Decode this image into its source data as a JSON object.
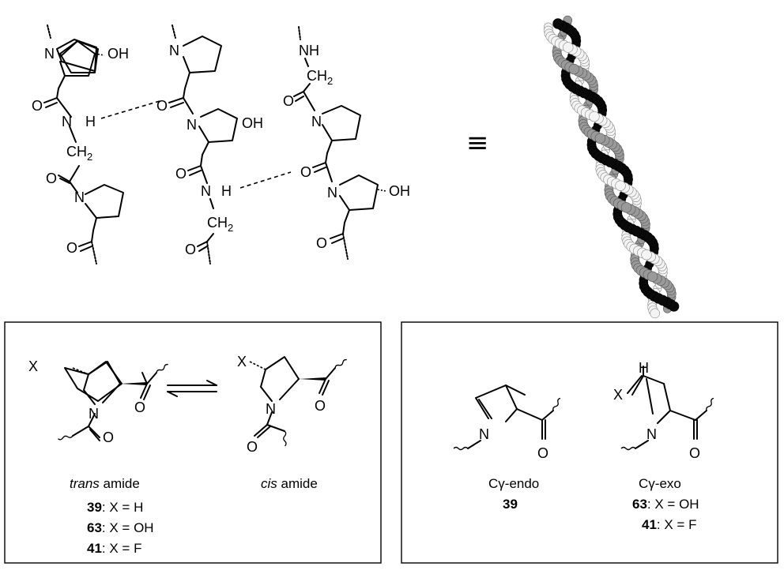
{
  "atoms": {
    "N": "N",
    "O": "O",
    "OH": "OH",
    "NH": "NH",
    "H": "H",
    "X": "X",
    "CH": "CH",
    "sub2": "2"
  },
  "equivalence_symbol": "≡",
  "panel_amide": {
    "trans_italic": "trans",
    "trans_rest": " amide",
    "cis_italic": "cis",
    "cis_rest": " amide",
    "compounds": [
      {
        "id": "39",
        "text": ": X = H"
      },
      {
        "id": "63",
        "text": ": X = OH"
      },
      {
        "id": "41",
        "text": ": X = F"
      }
    ]
  },
  "panel_pucker": {
    "endo_label": "Cγ-endo",
    "endo_compound": "39",
    "exo_label": "Cγ-exo",
    "exo_compounds": [
      {
        "id": "63",
        "text": ": X = OH"
      },
      {
        "id": "41",
        "text": ": X = F"
      }
    ]
  }
}
